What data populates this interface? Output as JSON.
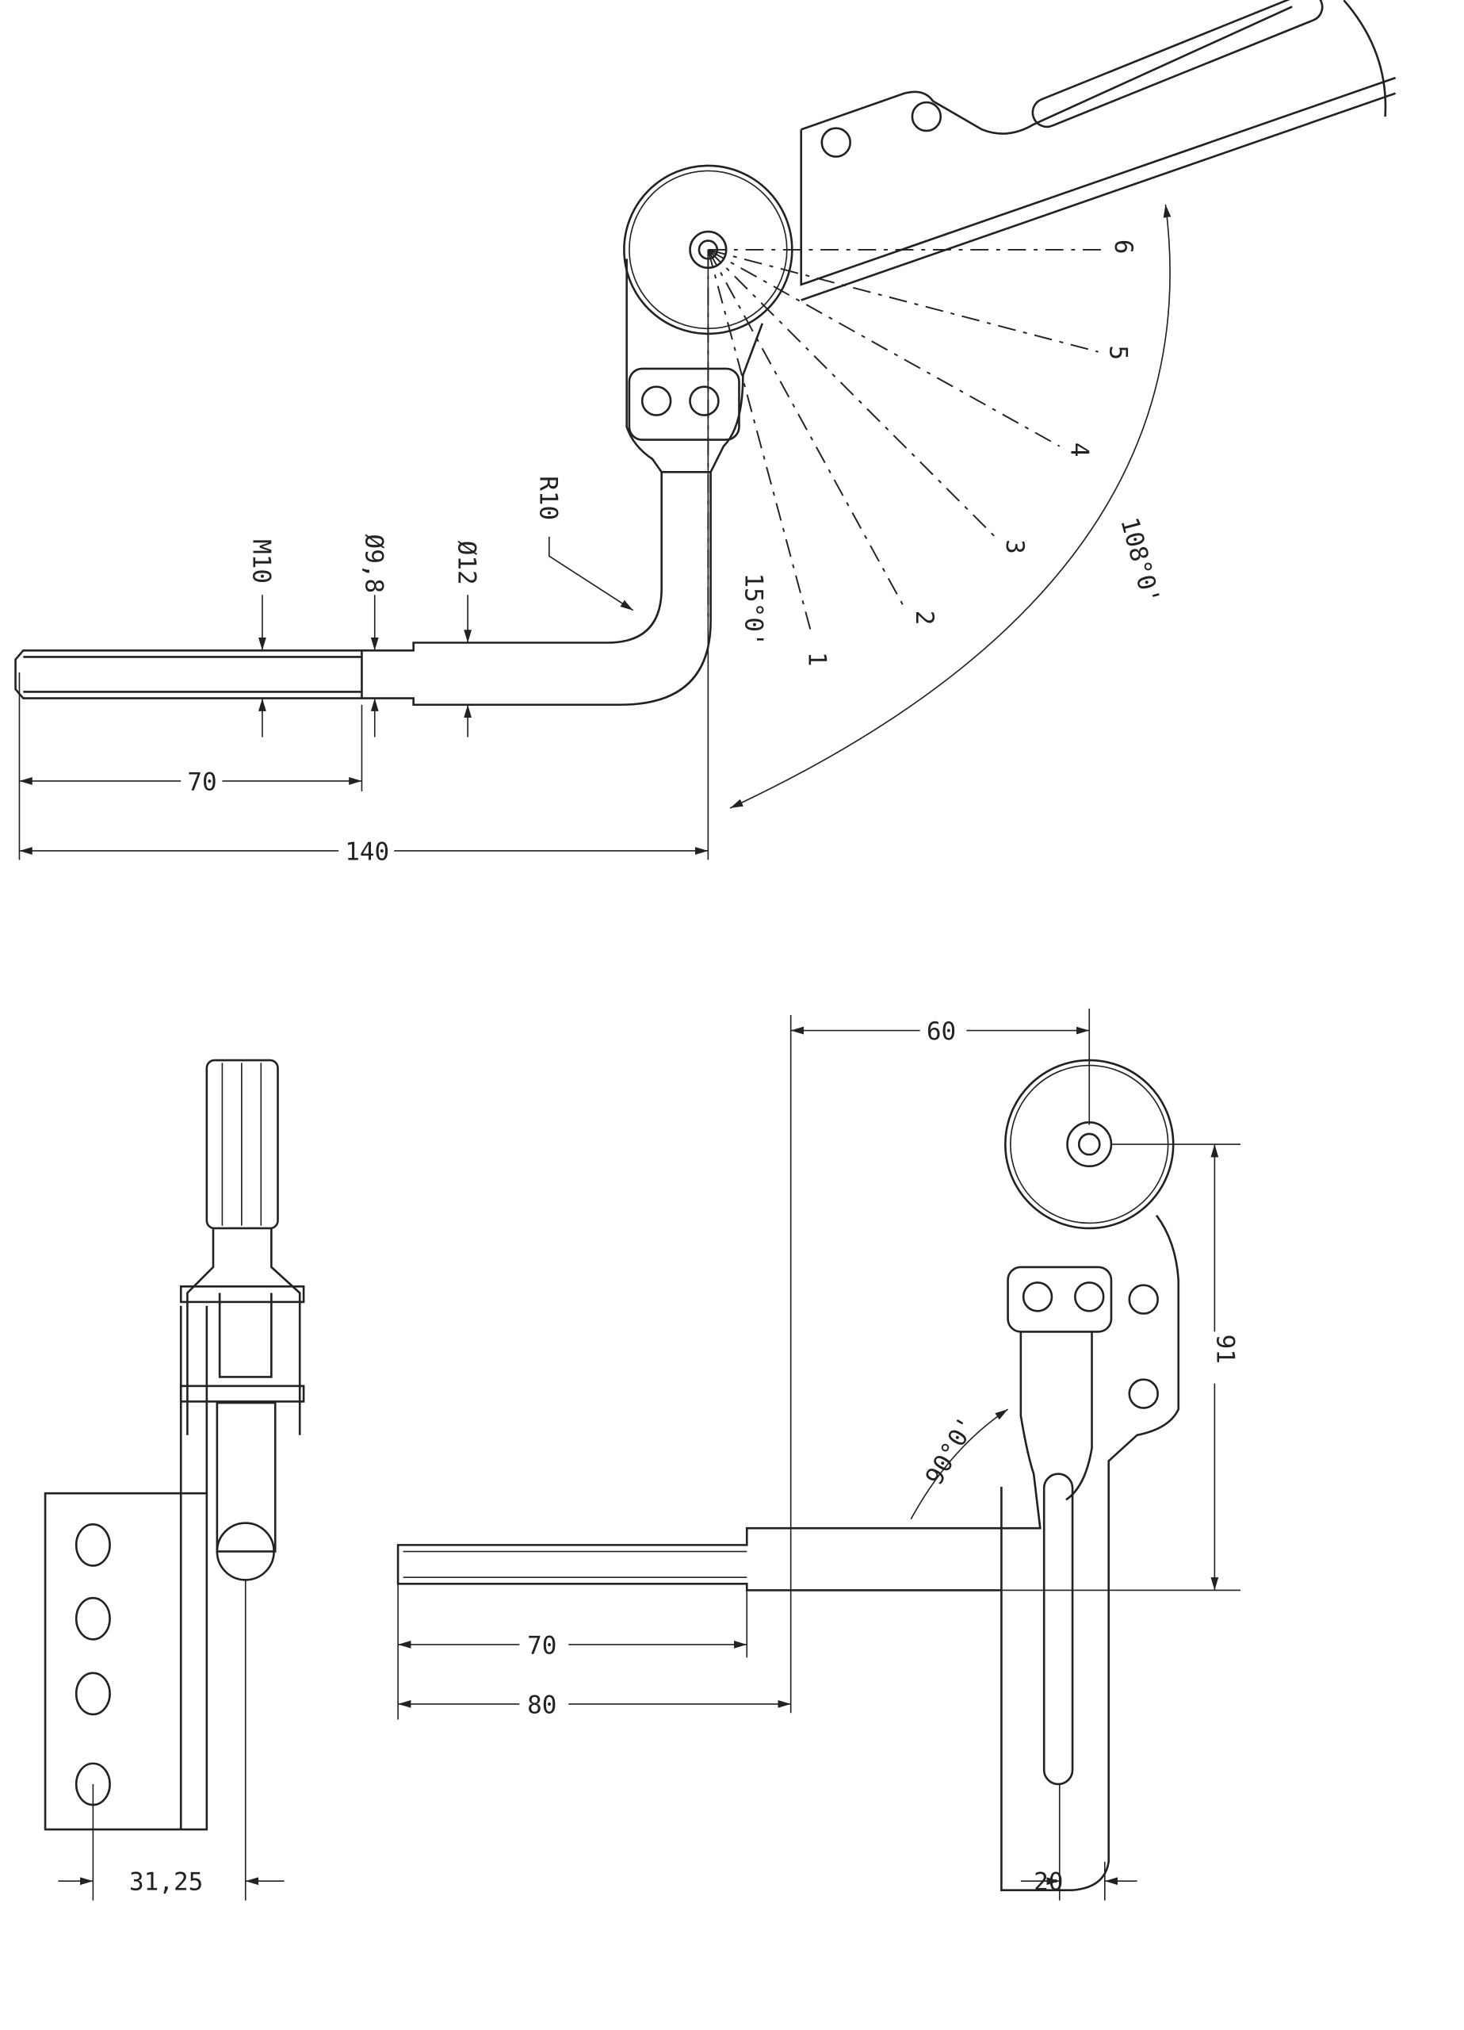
{
  "top_view": {
    "dim_thread": "M10",
    "dim_d1": "Ø9,8",
    "dim_d2": "Ø12",
    "dim_radius": "R10",
    "dim_angle_small": "15°0'",
    "dim_angle_total": "108°0'",
    "dim_len_70": "70",
    "dim_len_140": "140",
    "positions": [
      "1",
      "2",
      "3",
      "4",
      "5",
      "6"
    ]
  },
  "front_view": {
    "dim_60": "60",
    "dim_91": "91",
    "dim_angle": "90°0'",
    "dim_70": "70",
    "dim_80": "80",
    "dim_20": "20"
  },
  "side_view": {
    "dim_offset": "31,25"
  }
}
